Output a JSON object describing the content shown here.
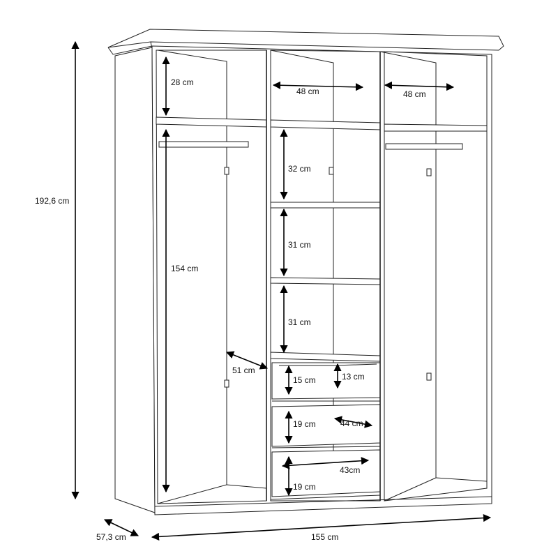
{
  "title": "Wardrobe dimensions drawing",
  "dimensions": {
    "height_total": "192,6 cm",
    "depth_total": "57,3 cm",
    "width_total": "155 cm",
    "top_shelf_height": "28 cm",
    "middle_width": "48 cm",
    "right_width": "48 cm",
    "shelf_1": "32 cm",
    "hanging_height": "154 cm",
    "shelf_2": "31 cm",
    "shelf_3": "31 cm",
    "inner_depth": "51 cm",
    "drawer_1_outer": "15 cm",
    "drawer_1_inner": "13 cm",
    "drawer_2_outer": "19 cm",
    "drawer_2_width": "44 cm",
    "drawer_3_width": "43cm",
    "drawer_3_outer": "19 cm"
  }
}
